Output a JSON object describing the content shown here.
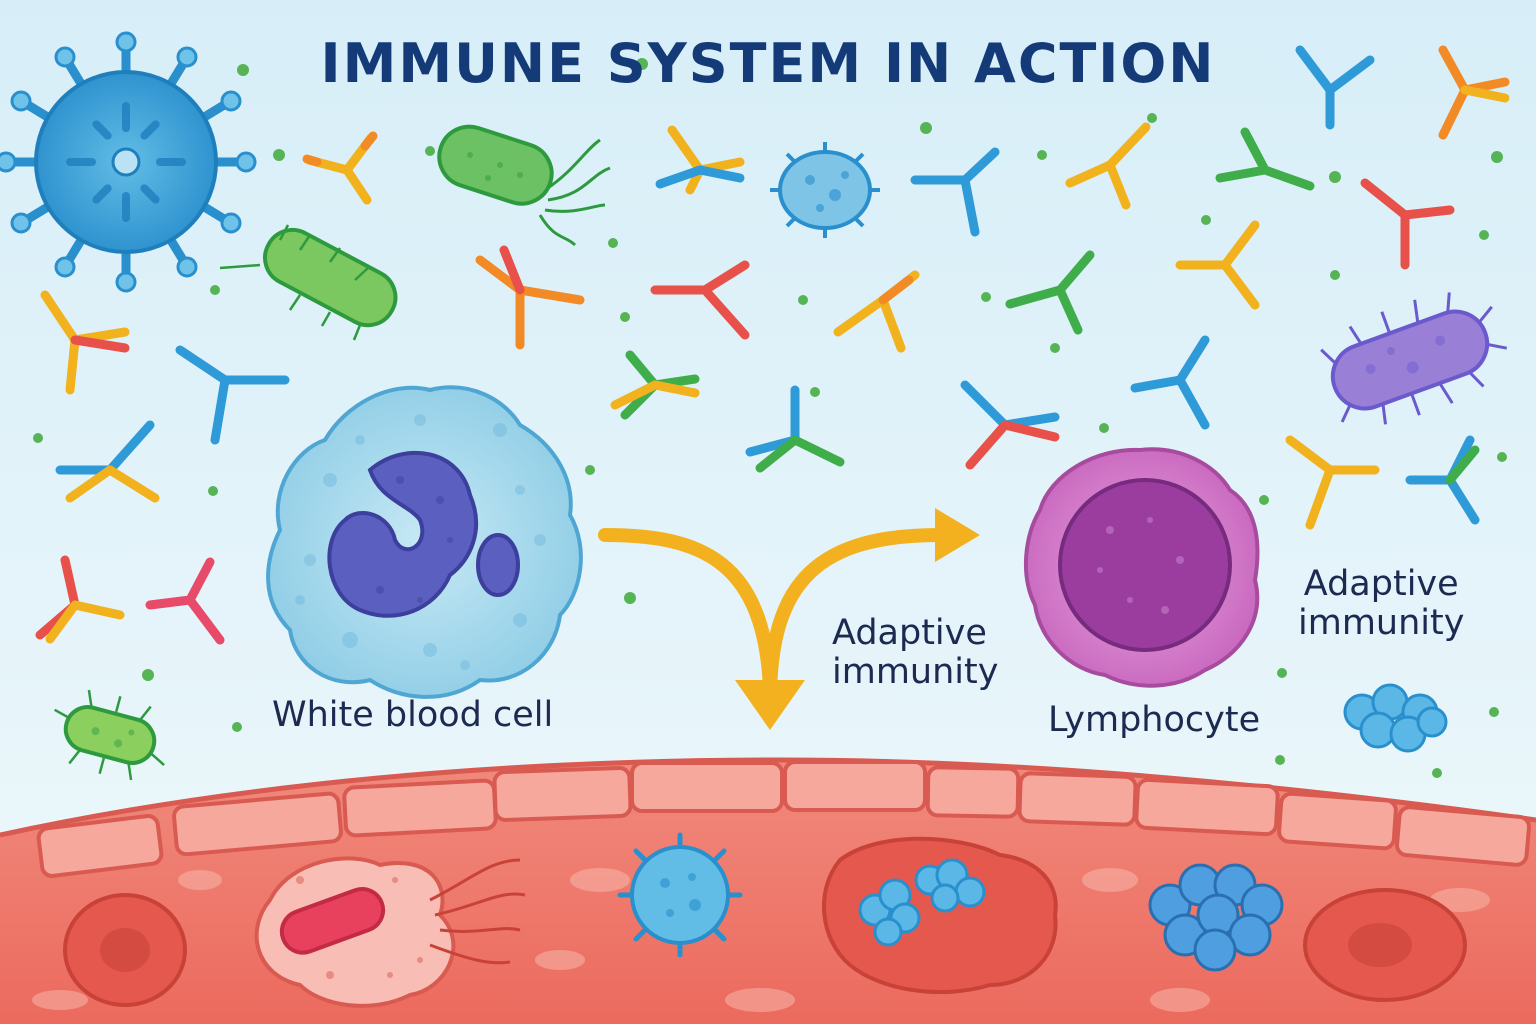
{
  "title": "IMMUNE SYSTEM IN ACTION",
  "labels": {
    "white_blood_cell": "White blood cell",
    "lymphocyte": "Lymphocyte",
    "adaptive_immunity_center": "Adaptive\nimmunity",
    "adaptive_immunity_right": "Adaptive\nimmunity"
  },
  "colors": {
    "sky": "#e4f3f9",
    "antibody_yellow": "#f2b21e",
    "antibody_orange": "#f28a26",
    "antibody_red": "#e8504a",
    "antibody_blue": "#2f9ad8",
    "antibody_green": "#3fae4a",
    "arrow": "#f3b11f",
    "tissue": "#ee7b6d",
    "white_blood_cell": "#a5d9ee",
    "lymphocyte": "#d37bc8"
  }
}
